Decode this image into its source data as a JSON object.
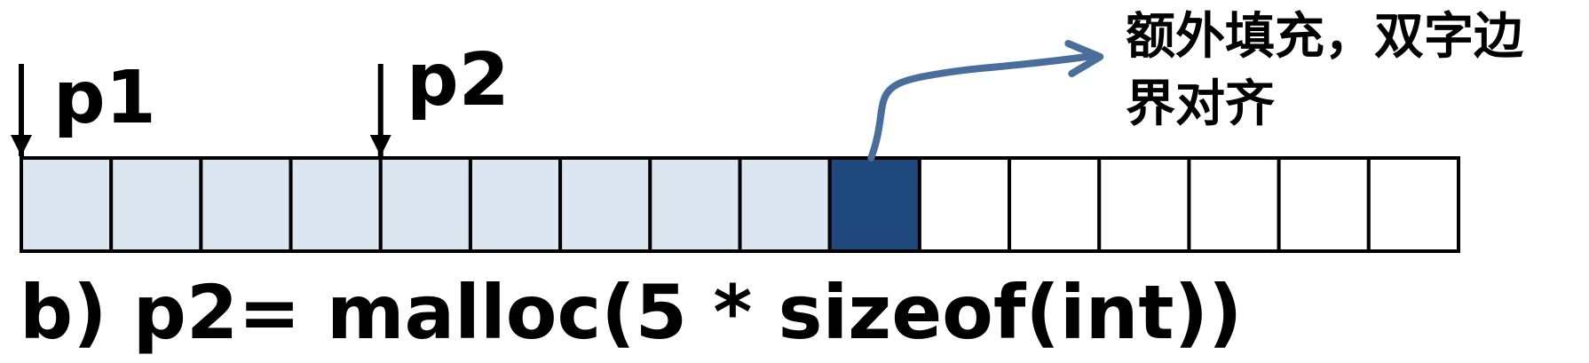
{
  "pointers": [
    {
      "id": "p1",
      "label": "p1",
      "block_index": 0
    },
    {
      "id": "p2",
      "label": "p2",
      "block_index": 4
    }
  ],
  "blocks": [
    {
      "state": "allocated"
    },
    {
      "state": "allocated"
    },
    {
      "state": "allocated"
    },
    {
      "state": "allocated"
    },
    {
      "state": "allocated"
    },
    {
      "state": "allocated"
    },
    {
      "state": "allocated"
    },
    {
      "state": "allocated"
    },
    {
      "state": "allocated"
    },
    {
      "state": "padding"
    },
    {
      "state": "free"
    },
    {
      "state": "free"
    },
    {
      "state": "free"
    },
    {
      "state": "free"
    },
    {
      "state": "free"
    },
    {
      "state": "free"
    }
  ],
  "annotation": {
    "line1": "额外填充，双字边",
    "line2": "界对齐",
    "points_to_block": 9
  },
  "caption": "b) p2= malloc(5 * sizeof(int))",
  "colors": {
    "allocated": "#dce6f1",
    "padding": "#1f497d",
    "free": "#ffffff",
    "outline": "#000000",
    "annotation_arrow": "#4a6e9c"
  }
}
